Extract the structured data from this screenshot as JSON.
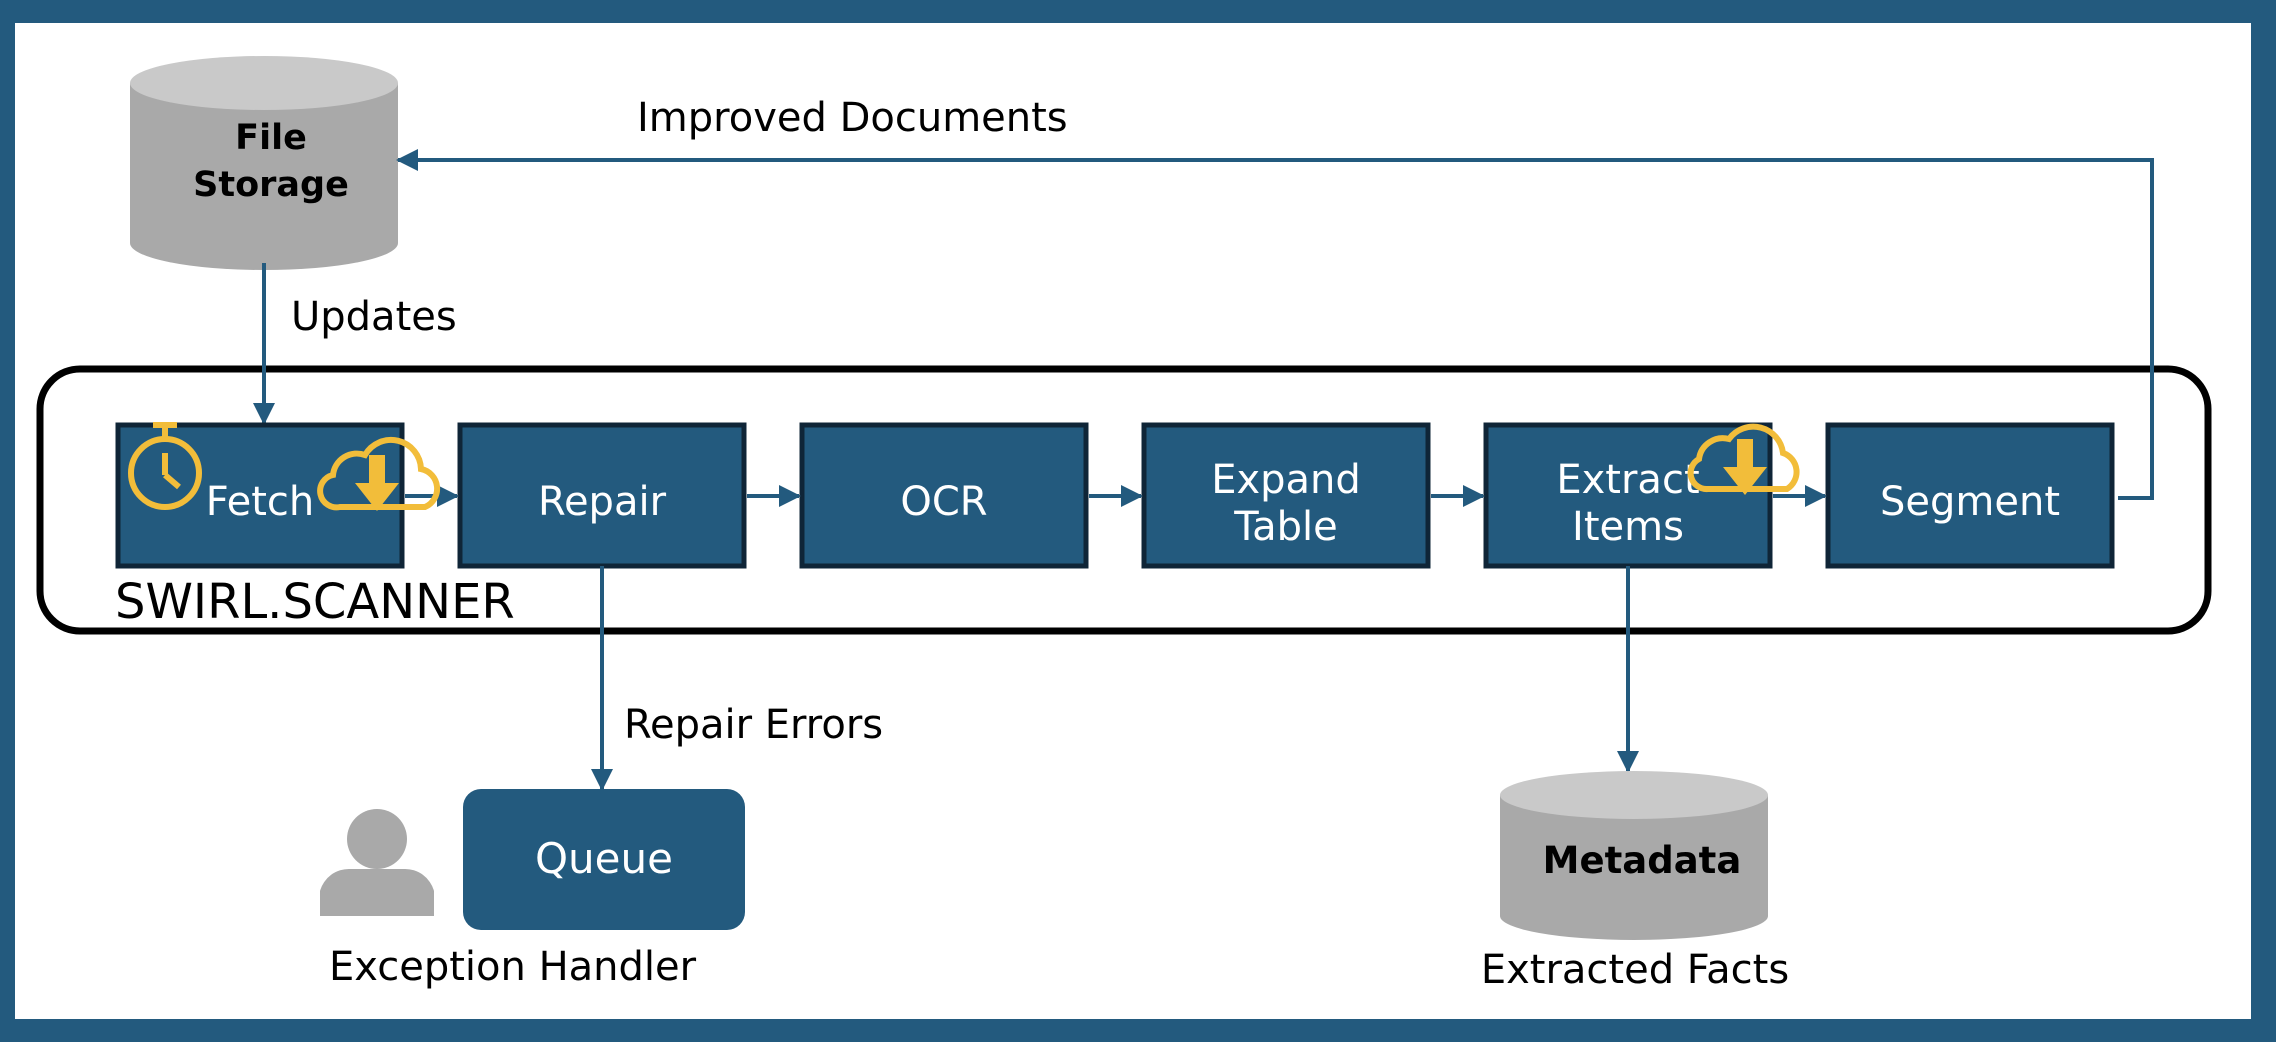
{
  "colors": {
    "frame": "#235a7e",
    "stage_fill": "#235a7e",
    "stage_border": "#0f2537",
    "arrow": "#235a7e",
    "cylinder": "#a9a9a9",
    "cylinder_top": "#c9c9c9",
    "icon_accent": "#f2bd3a",
    "person": "#a9a9a9"
  },
  "storage": {
    "file_storage": "File\nStorage",
    "metadata": "Metadata"
  },
  "flow_labels": {
    "improved_documents": "Improved Documents",
    "updates": "Updates",
    "repair_errors": "Repair Errors"
  },
  "scanner": {
    "title": "SWIRL.SCANNER",
    "stages": [
      {
        "label": "Fetch",
        "icons": [
          "stopwatch-icon",
          "cloud-download-icon"
        ]
      },
      {
        "label": "Repair",
        "icons": []
      },
      {
        "label": "OCR",
        "icons": []
      },
      {
        "label": "Expand\nTable",
        "icons": []
      },
      {
        "label": "Extract\nItems",
        "icons": [
          "cloud-download-icon"
        ]
      },
      {
        "label": "Segment",
        "icons": []
      }
    ]
  },
  "queue": {
    "label": "Queue",
    "caption": "Exception Handler",
    "icon": "person-icon"
  },
  "metadata_store": {
    "caption": "Extracted Facts"
  }
}
